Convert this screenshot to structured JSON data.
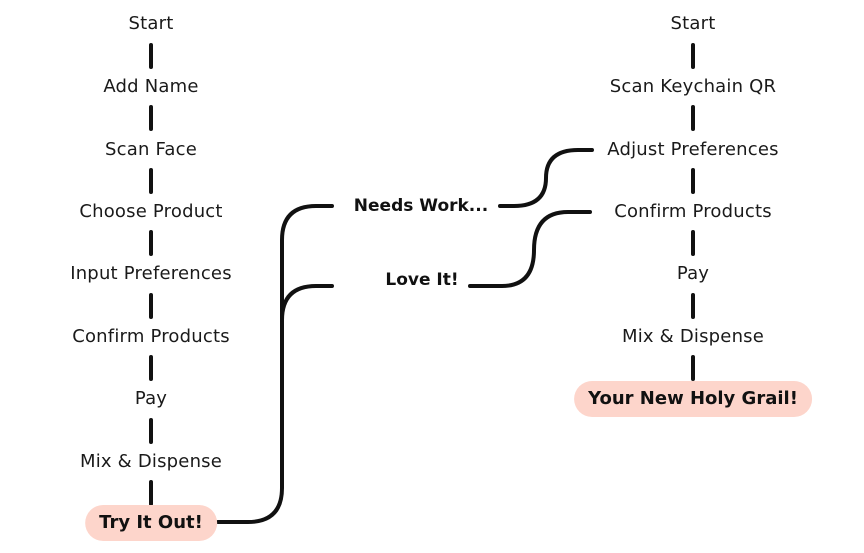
{
  "left_flow": {
    "steps": [
      "Start",
      "Add Name",
      "Scan Face",
      "Choose Product",
      "Input Preferences",
      "Confirm Products",
      "Pay",
      "Mix & Dispense"
    ],
    "end": "Try It Out!"
  },
  "branches": {
    "needs_work": "Needs Work...",
    "love_it": "Love It!"
  },
  "right_flow": {
    "steps": [
      "Start",
      "Scan Keychain QR",
      "Adjust Preferences",
      "Confirm Products",
      "Pay",
      "Mix & Dispense"
    ],
    "end": "Your New Holy Grail!"
  },
  "colors": {
    "pill": "#fdd5cb",
    "line": "#111111",
    "text": "#1a1a1a"
  }
}
